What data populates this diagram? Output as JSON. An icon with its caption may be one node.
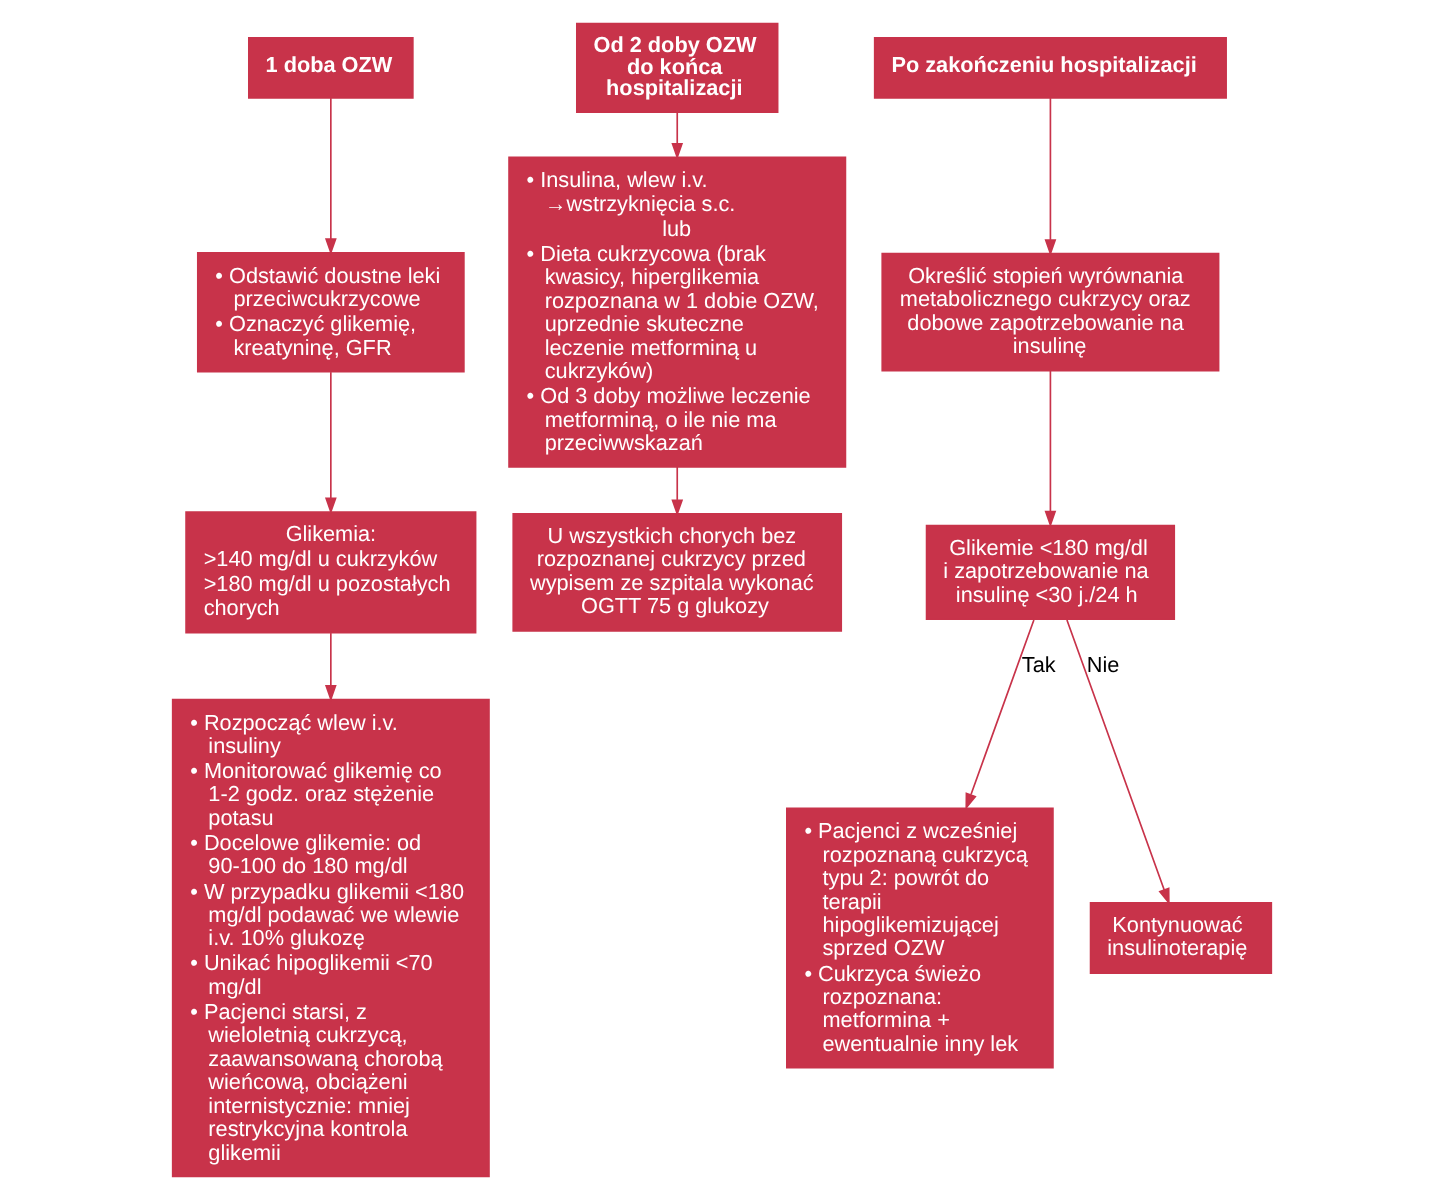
{
  "diagram": {
    "nodes": [
      {
        "text": [
          "1 doba OZW"
        ]
      },
      {
        "text": [
          "• Odstawić doustne leki przeciwcukrzycowe",
          "• Oznaczyć glikemię, kreatyninę, GFR"
        ]
      },
      {
        "text": [
          "Glikemia:",
          ">140 mg/dl u cukrzyków",
          ">180 mg/dl u pozostałych chorych"
        ]
      },
      {
        "text": [
          "• Rozpocząć wlew i.v. insuliny",
          "• Monitorować glikemię co 1-2 godz. oraz stężenie potasu",
          "• Docelowe glikemie: od 90-100 do 180 mg/dl",
          "• W przypadku glikemii <180 mg/dl podawać we wlewie i.v. 10% glukozę",
          "• Unikać hipoglikemii <70 mg/dl",
          "• Pacjenci starsi, z wieloletnią cukrzycą, zaawansowaną chorobą wieńcową, obciążeni internistycznie: mniej restrykcyjna kontrola glikemii"
        ]
      },
      {
        "text": [
          "Od 2 doby OZW do końca hospitalizacji"
        ]
      },
      {
        "text": [
          "• Insulina, wlew i.v. →wstrzyknięcia s.c.",
          "lub",
          "• Dieta cukrzycowa (brak kwasicy, hiperglikemia rozpoznana w 1 dobie OZW, uprzednie skuteczne leczenie metforminą u cukrzyków)",
          "• Od 3 doby możliwe leczenie metforminą, o ile nie ma przeciwwskazań"
        ]
      },
      {
        "text": [
          "U wszystkich chorych bez rozpoznanej cukrzycy przed wypisem ze szpitala wykonać OGTT 75 g glukozy"
        ]
      },
      {
        "text": [
          "Po zakończeniu hospitalizacji"
        ]
      },
      {
        "text": [
          "Określić stopień wyrównania metabolicznego cukrzycy oraz dobowe zapotrzebowanie na insulinę"
        ]
      },
      {
        "text": [
          "Glikemie <180 mg/dl i zapotrzebowanie na insulinę <30 j./24 h"
        ]
      },
      {
        "text": [
          "• Pacjenci z wcześniej rozpoznaną cukrzycą typu 2: powrót do terapii hipoglikemizującej sprzed OZW",
          "• Cukrzyca świeżo rozpoznana: metformina + ewentualnie inny lek"
        ]
      },
      {
        "text": [
          "Kontynuować insulinoterapię"
        ]
      }
    ],
    "edges": [
      {
        "from": 0,
        "to": 1,
        "arrow": "to"
      },
      {
        "from": 1,
        "to": 2,
        "arrow": "to"
      },
      {
        "from": 2,
        "to": 3,
        "arrow": "to"
      },
      {
        "from": 4,
        "to": 5,
        "arrow": "to"
      },
      {
        "from": 5,
        "to": 6,
        "arrow": "to"
      },
      {
        "from": 7,
        "to": 8,
        "arrow": "to"
      },
      {
        "from": 8,
        "to": 9,
        "arrow": "to"
      },
      {
        "from": 9,
        "to": 10,
        "label": "Tak",
        "arrow": "to"
      },
      {
        "from": 9,
        "to": 11,
        "label": "Nie",
        "arrow": "to"
      }
    ]
  }
}
